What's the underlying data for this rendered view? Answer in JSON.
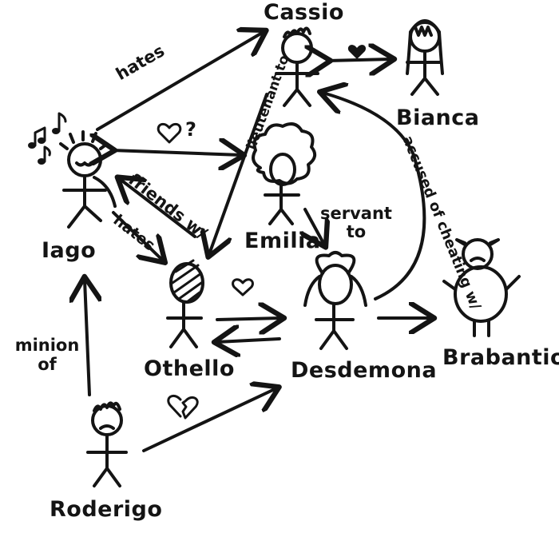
{
  "characters": {
    "cassio": "Cassio",
    "bianca": "Bianca",
    "iago": "Iago",
    "emilia": "Emilia",
    "othello": "Othello",
    "desdemona": "Desdemona",
    "brabantio": "Brabantio",
    "roderigo": "Roderigo"
  },
  "relations": {
    "iago_cassio": "hates",
    "cassio_othello": "lieutenant to",
    "iago_emilia": "?",
    "iago_othello_friends": "friends w/",
    "iago_othello_hates": "hates",
    "emilia_desdemona": "servant to",
    "desdemona_cassio": "accused of cheating w/",
    "roderigo_iago": "minion of"
  },
  "colors": {
    "ink": "#141414",
    "paper": "#ffffff"
  }
}
